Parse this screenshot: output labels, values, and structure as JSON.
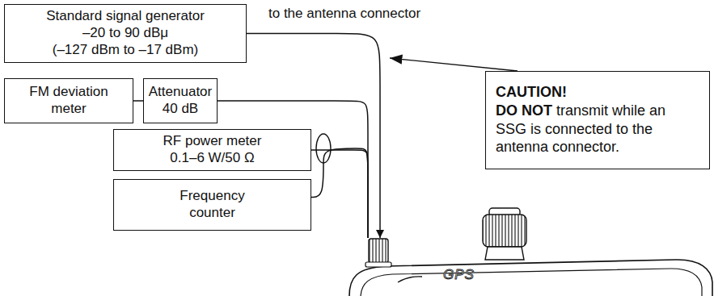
{
  "diagram": {
    "nodes": [
      {
        "text": [
          "Standard signal generator",
          "–20 to 90 dBμ",
          "(–127 dBm to –17 dBm)"
        ]
      },
      {
        "text": [
          "FM deviation meter"
        ]
      },
      {
        "text": [
          "Attenuator",
          "40 dB"
        ]
      },
      {
        "text": [
          "RF power meter",
          "0.1–6 W/50 Ω"
        ]
      },
      {
        "text": [
          "Frequency counter"
        ]
      },
      {
        "text": [
          "CAUTION!",
          "DO NOT transmit while an SSG is connected to the antenna connector."
        ]
      },
      {
        "text": [
          "GPS"
        ]
      }
    ],
    "edges": [
      {
        "from": 0,
        "to": 6,
        "arrow": "to",
        "label": "to the antenna connector"
      },
      {
        "from": 1,
        "to": 2,
        "arrow": "none"
      },
      {
        "from": 2,
        "to": 6,
        "arrow": "none"
      },
      {
        "from": 3,
        "to": 6,
        "arrow": "none"
      },
      {
        "from": 4,
        "to": 6,
        "arrow": "none"
      }
    ]
  }
}
